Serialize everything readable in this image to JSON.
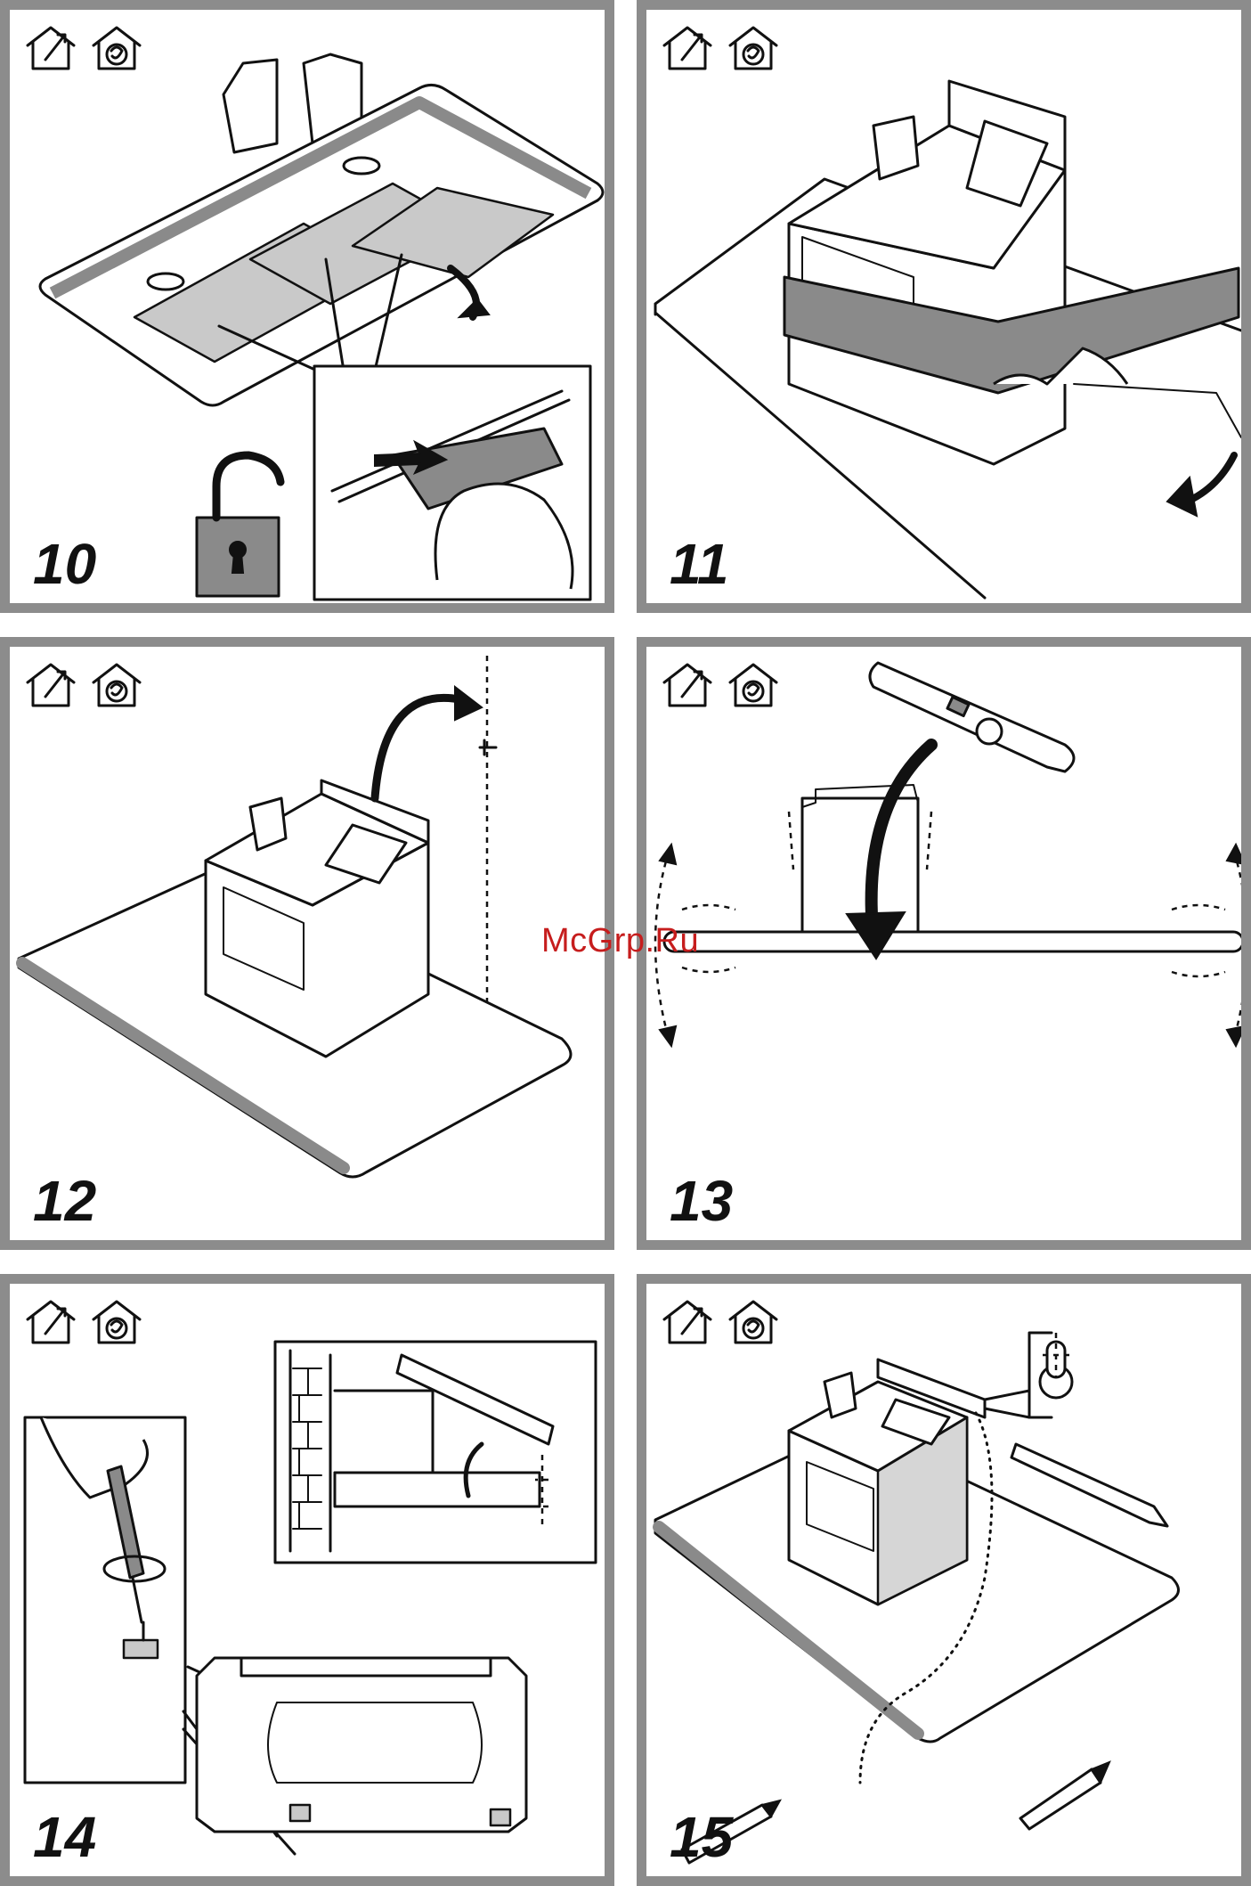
{
  "steps": [
    {
      "number": "10"
    },
    {
      "number": "11"
    },
    {
      "number": "12"
    },
    {
      "number": "13"
    },
    {
      "number": "14"
    },
    {
      "number": "15"
    }
  ],
  "icons": [
    "house-ventilation-out-icon",
    "house-recirculation-icon"
  ],
  "watermark": "McGrp.Ru",
  "colors": {
    "panel_border": "#8c8c8c",
    "watermark": "#c61d1d",
    "gray_fill": "#8a8a8a"
  }
}
